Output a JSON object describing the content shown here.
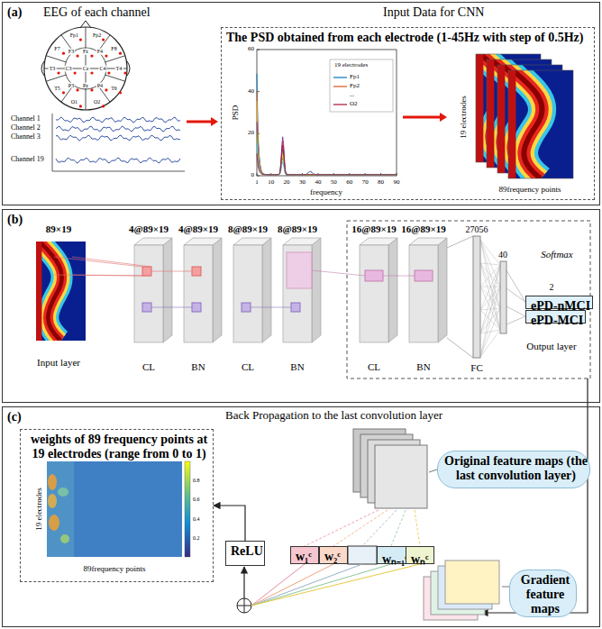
{
  "diagram": {
    "nodes": [
      {
        "text": [
          "(a)"
        ]
      },
      {
        "text": [
          "The PSD obtained from each electrode (1-45Hz with step of 0.5Hz)"
        ],
        "in": 0
      },
      {
        "text": [
          "(b)"
        ]
      },
      {
        "text": [
          "89×19",
          "Input layer"
        ],
        "in": 2
      },
      {
        "text": [
          "4@89×19",
          "CL"
        ],
        "in": 2
      },
      {
        "text": [
          "4@89×19",
          "BN"
        ],
        "in": 2
      },
      {
        "text": [
          "8@89×19",
          "CL"
        ],
        "in": 2
      },
      {
        "text": [
          "8@89×19",
          "BN"
        ],
        "in": 2
      },
      {
        "text": [
          "16@89×19",
          "CL"
        ],
        "in": 2
      },
      {
        "text": [
          "16@89×19",
          "BN"
        ],
        "in": 2
      },
      {
        "text": [
          "ePD-nMCI"
        ],
        "in": 2
      },
      {
        "text": [
          "ePD-MCI"
        ],
        "in": 2
      },
      {
        "text": [
          "(c)"
        ]
      },
      {
        "text": [
          "weights of 89 frequency points at 19 electrodes (range from 0 to 1)"
        ],
        "in": 12
      },
      {
        "text": [
          "ReLU"
        ],
        "in": 12
      },
      {
        "text": [
          "Original feature maps (the last convolution layer)"
        ],
        "in": 12
      },
      {
        "text": [
          "Gradient feature maps"
        ],
        "in": 12
      },
      {
        "text": [
          "w₁ᶜ"
        ],
        "in": 12
      },
      {
        "text": [
          "w₂ᶜ"
        ],
        "in": 12
      },
      {
        "text": [
          "wₙ₋₁ᶜ"
        ],
        "in": 12
      },
      {
        "text": [
          "wₙᶜ"
        ],
        "in": 12
      }
    ],
    "edges": [
      {
        "from": 14,
        "to": 13,
        "arrow": "to"
      }
    ],
    "labels": [
      "EEG of each channel",
      "Input Data for CNN",
      "Channel 1",
      "Channel 2",
      "Channel 3",
      "Channel 19",
      "Fp1",
      "Fp2",
      "F7",
      "F3",
      "Fz",
      "F4",
      "F8",
      "T3",
      "C3",
      "Cz",
      "C4",
      "T4",
      "T5",
      "P3",
      "Pz",
      "P4",
      "T6",
      "O1",
      "O2",
      "PSD",
      "frequency",
      "0",
      "20",
      "40",
      "60",
      "1",
      "10",
      "20",
      "30",
      "40",
      "50",
      "60",
      "70",
      "80",
      "90",
      "19 electrodes",
      "...",
      "19 electrodes",
      "89frequency points",
      "27056",
      "FC",
      "40",
      "2",
      "Softmax",
      "Output layer",
      "Back Propagation to the last convolution layer",
      "19 electrodes",
      "89frequency points",
      "0.2",
      "0.4",
      "0.6",
      "0.8"
    ],
    "legend": [
      {
        "text": "Fp1"
      },
      {
        "text": "Fp2"
      },
      {
        "text": "O2"
      }
    ]
  }
}
